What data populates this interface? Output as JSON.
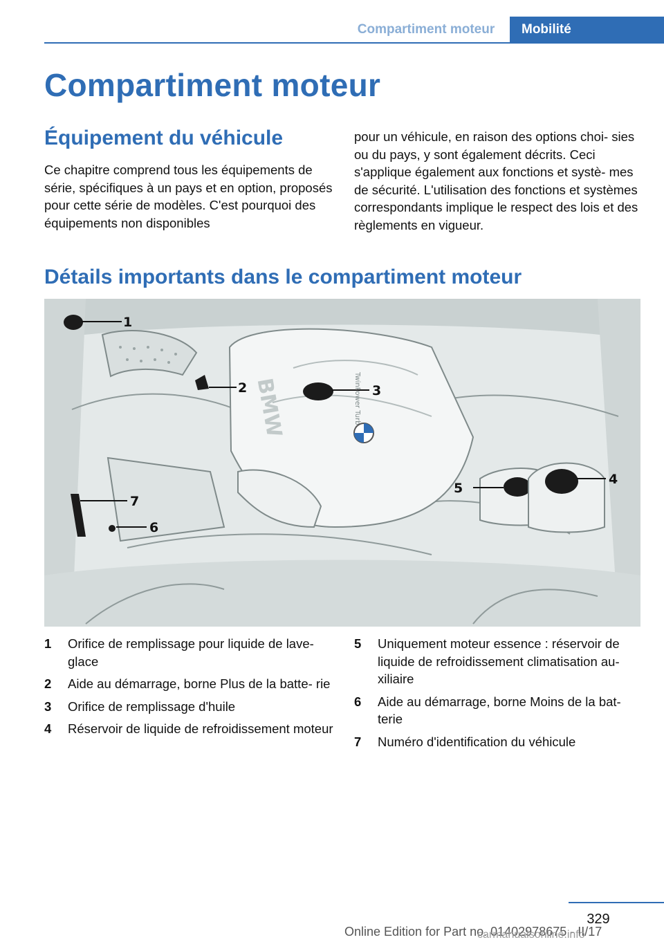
{
  "header": {
    "section_tab": "Compartiment moteur",
    "chapter_tab": "Mobilité"
  },
  "page_title": "Compartiment moteur",
  "intro": {
    "heading": "Équipement du véhicule",
    "col1": "Ce chapitre comprend tous les équipements de série, spécifiques à un pays et en option, proposés pour cette série de modèles. C'est pourquoi des équipements non disponibles",
    "col2": "pour un véhicule, en raison des options choi‐ sies ou du pays, y sont également décrits. Ceci s'applique également aux fonctions et systè‐ mes de sécurité. L'utilisation des fonctions et systèmes correspondants implique le respect des lois et des règlements en vigueur."
  },
  "details": {
    "heading": "Détails importants dans le compartiment moteur",
    "figure": {
      "callouts": [
        "1",
        "2",
        "3",
        "4",
        "5",
        "6",
        "7"
      ],
      "engine_text": "BMW",
      "badge_text": "TwinPower Turbo"
    },
    "legend_left": [
      {
        "num": "1",
        "text": "Orifice de remplissage pour liquide de lave-glace"
      },
      {
        "num": "2",
        "text": "Aide au démarrage, borne Plus de la batte‐ rie"
      },
      {
        "num": "3",
        "text": "Orifice de remplissage d'huile"
      },
      {
        "num": "4",
        "text": "Réservoir de liquide de refroidissement moteur"
      }
    ],
    "legend_right": [
      {
        "num": "5",
        "text": "Uniquement moteur essence : réservoir de liquide de refroidissement climatisation au‐ xiliaire"
      },
      {
        "num": "6",
        "text": "Aide au démarrage, borne Moins de la bat‐ terie"
      },
      {
        "num": "7",
        "text": "Numéro d'identification du véhicule"
      }
    ]
  },
  "footer": {
    "page_number": "329",
    "edition": "Online Edition for Part no. 01402978675 - II/17",
    "watermark": "carmanualsonline.info"
  },
  "colors": {
    "accent": "#2f6db5",
    "tab_inactive_text": "#8aaed6"
  }
}
